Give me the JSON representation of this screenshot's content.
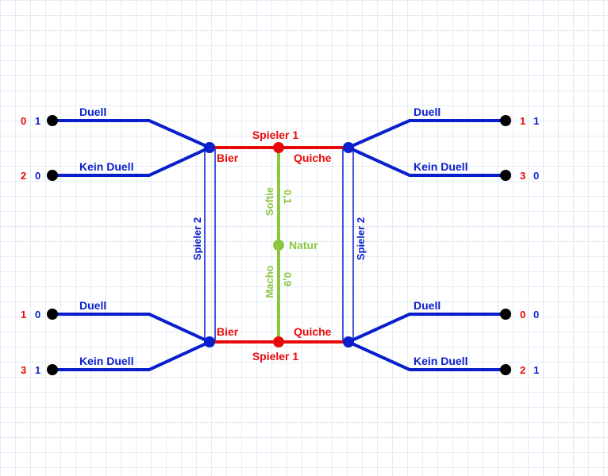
{
  "colors": {
    "blue": "#0a1fcc",
    "red": "#e80a0a",
    "green": "#8cc63f",
    "black": "#000000",
    "grid": "#e3ecf6"
  },
  "nature": {
    "label": "Natur"
  },
  "player1": {
    "label": "Spieler 1"
  },
  "player2": {
    "label": "Spieler 2"
  },
  "moves": {
    "beer": "Bier",
    "quiche": "Quiche"
  },
  "types": {
    "top": {
      "name": "Softie",
      "prob": "0,1"
    },
    "bottom": {
      "name": "Macho",
      "prob": "0,9"
    }
  },
  "responses": {
    "duel": "Duell",
    "no_duel": "Kein Duell"
  },
  "payoffs": {
    "top_left_duel": {
      "p1": "0",
      "p2": "1"
    },
    "top_left_no_duel": {
      "p1": "2",
      "p2": "0"
    },
    "bottom_left_duel": {
      "p1": "1",
      "p2": "0"
    },
    "bottom_left_no_duel": {
      "p1": "3",
      "p2": "1"
    },
    "top_right_duel": {
      "p1": "1",
      "p2": "1"
    },
    "top_right_no_duel": {
      "p1": "3",
      "p2": "0"
    },
    "bottom_right_duel": {
      "p1": "0",
      "p2": "0"
    },
    "bottom_right_no_duel": {
      "p1": "2",
      "p2": "1"
    }
  }
}
